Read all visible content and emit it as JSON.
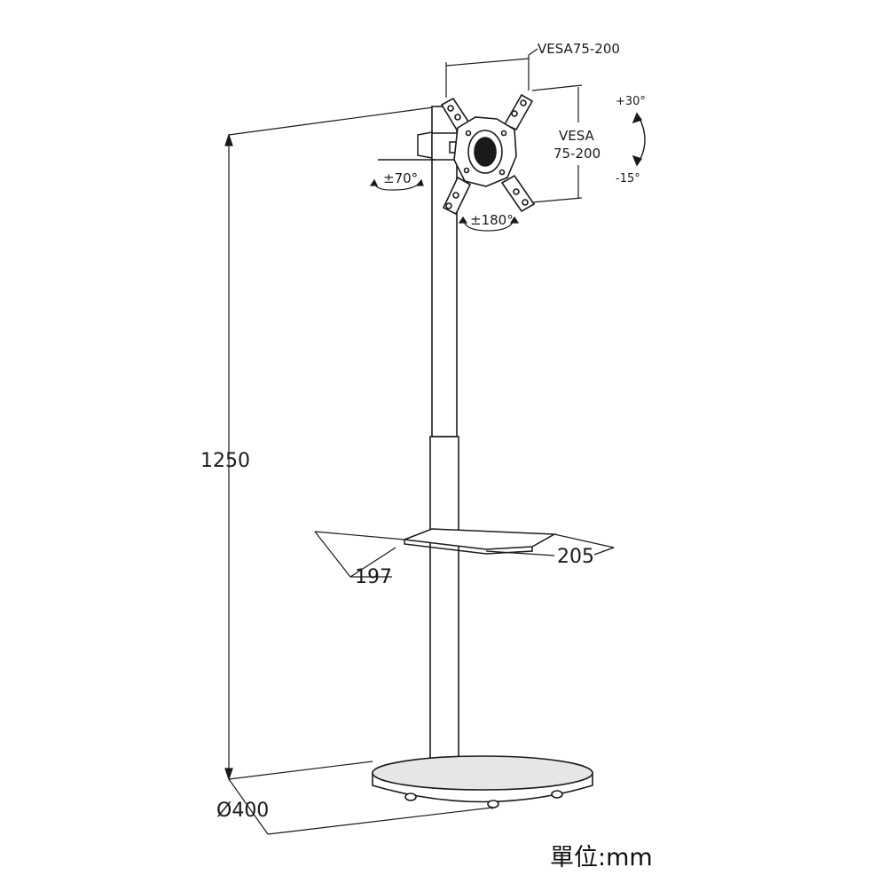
{
  "labels": {
    "vesa_top": "VESA75-200",
    "vesa_side_line1": "VESA",
    "vesa_side_line2": "75-200",
    "tilt_up": "+30°",
    "tilt_down": "-15°",
    "swivel": "±70°",
    "rotate": "±180°",
    "height": "1250",
    "shelf_depth": "197",
    "shelf_width": "205",
    "base_diameter": "Ø400",
    "unit": "單位:mm"
  },
  "colors": {
    "line": "#1a1a1a",
    "fill": "#ffffff",
    "base_top": "#e6e6e6"
  }
}
